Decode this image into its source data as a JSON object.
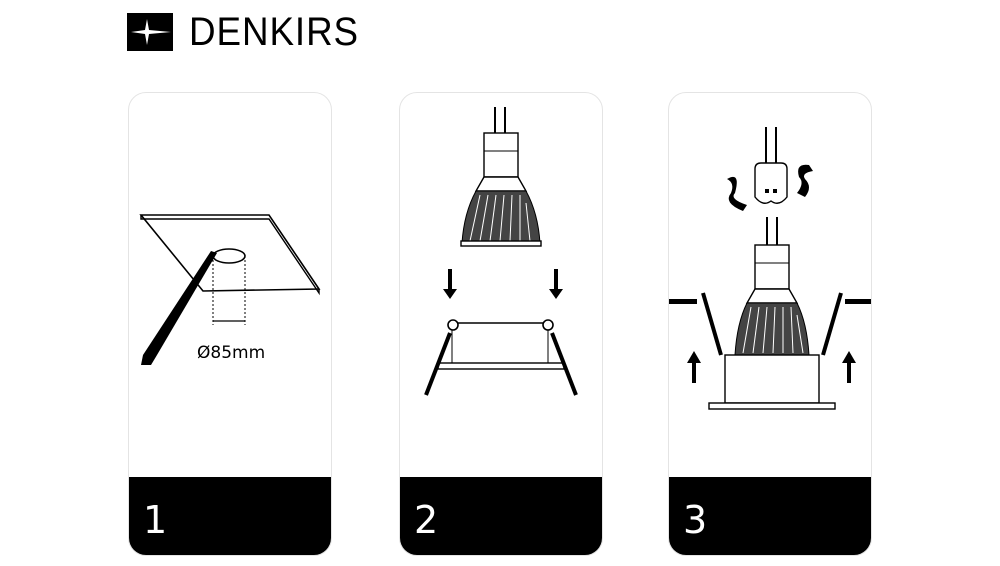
{
  "brand": {
    "name": "DENKIRS",
    "logo_icon": "star-flare-icon"
  },
  "steps": [
    {
      "number": "1",
      "illustration": "ceiling-cutout-saw",
      "dimension_label": "Ø85mm"
    },
    {
      "number": "2",
      "illustration": "insert-bulb-into-fixture"
    },
    {
      "number": "3",
      "illustration": "connect-socket-and-mount-fixture"
    }
  ],
  "colors": {
    "footer": "#000000",
    "border": "#e4e4e4",
    "background": "#ffffff"
  }
}
